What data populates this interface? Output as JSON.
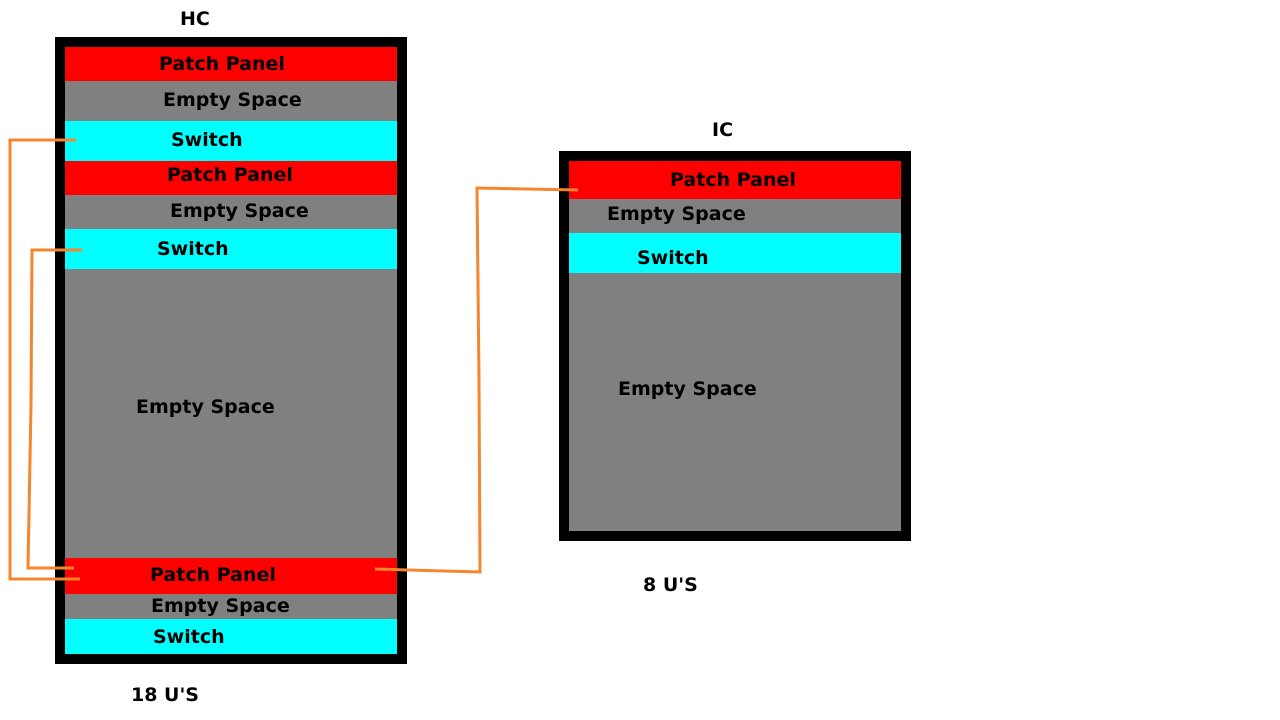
{
  "colors": {
    "patch_panel": "#ff0000",
    "empty_space": "#808080",
    "switch": "#00ffff",
    "rack_frame": "#000000",
    "cable": "#f5852f"
  },
  "hc": {
    "title": "HC",
    "size_label": "18 U'S",
    "slots": [
      {
        "type": "patch_panel",
        "label": "Patch Panel"
      },
      {
        "type": "empty_space",
        "label": "Empty Space"
      },
      {
        "type": "switch",
        "label": "Switch"
      },
      {
        "type": "patch_panel",
        "label": "Patch Panel"
      },
      {
        "type": "empty_space",
        "label": "Empty Space"
      },
      {
        "type": "switch",
        "label": "Switch"
      },
      {
        "type": "empty_space",
        "label": "Empty Space"
      },
      {
        "type": "patch_panel",
        "label": "Patch Panel"
      },
      {
        "type": "empty_space",
        "label": "Empty Space"
      },
      {
        "type": "switch",
        "label": "Switch"
      }
    ]
  },
  "ic": {
    "title": "IC",
    "size_label": "8 U'S",
    "slots": [
      {
        "type": "patch_panel",
        "label": "Patch Panel"
      },
      {
        "type": "empty_space",
        "label": "Empty Space"
      },
      {
        "type": "switch",
        "label": "Switch"
      },
      {
        "type": "empty_space",
        "label": "Empty Space"
      }
    ]
  }
}
